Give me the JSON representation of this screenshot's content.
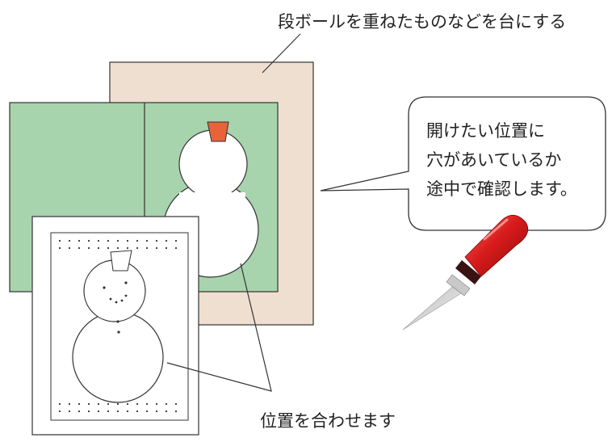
{
  "labels": {
    "base": "段ボールを重ねたものなどを台にする",
    "align": "位置を合わせます",
    "check_lines": [
      "開けたい位置に",
      "穴があいているか",
      "途中で確認します。"
    ]
  },
  "colors": {
    "cardboard": "#efdfd1",
    "green_card": "#a7d3ad",
    "hat": "#e8623a",
    "awl_handle": "#d81b1b",
    "awl_band": "#3a1212",
    "line": "#333333",
    "paper": "#ffffff"
  },
  "icons": [
    "awl-icon",
    "snowman-figure",
    "speech-bubble"
  ]
}
